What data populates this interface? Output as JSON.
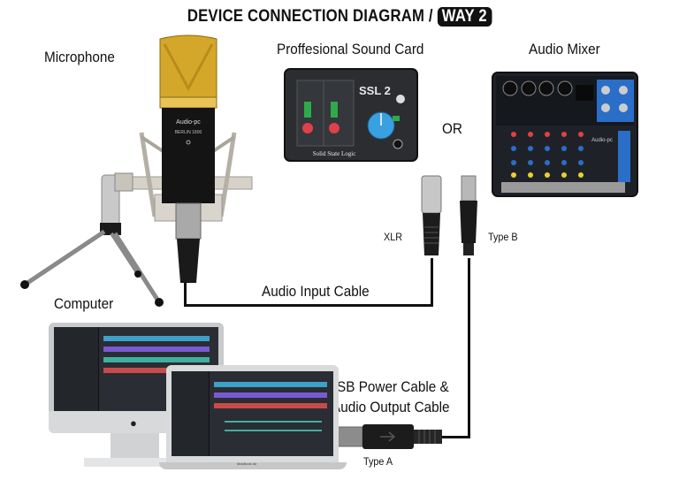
{
  "title": {
    "text": "DEVICE CONNECTION DIAGRAM /",
    "badge": "WAY 2"
  },
  "devices": {
    "microphone": {
      "label": "Microphone",
      "brand": "Audio-pc",
      "model": "BERLIN 1800"
    },
    "sound_card": {
      "label": "Proffesional Sound Card",
      "brand_text": "Solid State Logic",
      "model": "SSL 2"
    },
    "mixer": {
      "label": "Audio Mixer",
      "brand": "Audio-pc"
    },
    "computer": {
      "label": "Computer",
      "laptop_caption": "MacBook Air"
    }
  },
  "or_label": "OR",
  "connectors": {
    "xlr": "XLR",
    "type_b": "Type B",
    "type_a": "Type A"
  },
  "cables": {
    "audio_input": "Audio Input Cable",
    "usb_line1": "USB Power Cable &",
    "usb_line2": "Audio Output Cable"
  },
  "colors": {
    "text": "#111111",
    "mic_gold": "#d4a62a",
    "soundcard_knob": "#3aa0e0",
    "soundcard_body": "#2b2d30",
    "mixer_body": "#1e2228",
    "mixer_accent": "#2a6ec8",
    "screen_bg": "#2a2d33"
  }
}
